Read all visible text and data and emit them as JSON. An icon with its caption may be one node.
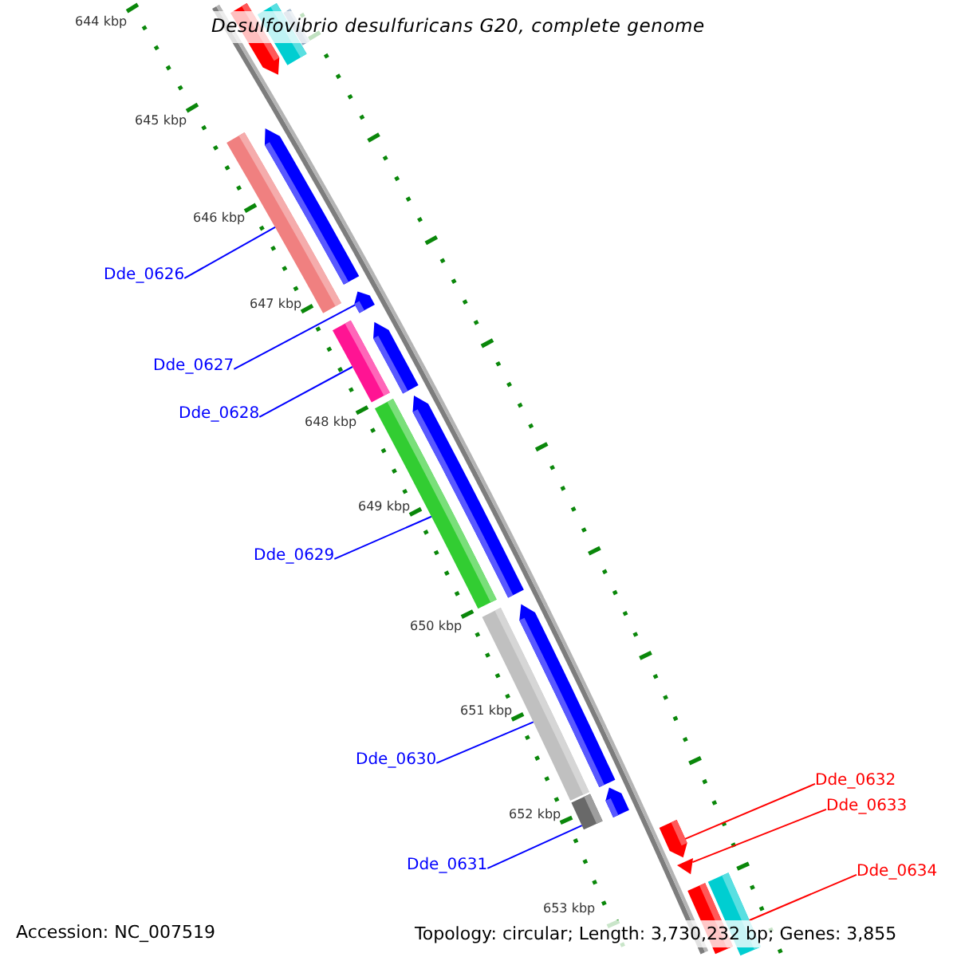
{
  "diagram": {
    "title": "Desulfovibrio desulfuricans G20, complete genome",
    "nodes": [
      {
        "text": [
          "Dde_0626"
        ]
      },
      {
        "text": [
          "Dde_0627"
        ]
      },
      {
        "text": [
          "Dde_0628"
        ]
      },
      {
        "text": [
          "Dde_0629"
        ]
      },
      {
        "text": [
          "Dde_0630"
        ]
      },
      {
        "text": [
          "Dde_0631"
        ]
      },
      {
        "text": [
          "Dde_0632"
        ]
      },
      {
        "text": [
          "Dde_0633"
        ]
      },
      {
        "text": [
          "Dde_0634"
        ]
      },
      {
        "text": [],
        "shape": "arrow"
      },
      {
        "text": [],
        "shape": "bar"
      },
      {
        "text": [],
        "shape": "bar"
      },
      {
        "text": [],
        "shape": "bar"
      },
      {
        "text": [],
        "shape": "arrow"
      },
      {
        "text": [],
        "shape": "arrow"
      },
      {
        "text": [],
        "shape": "bar"
      },
      {
        "text": [],
        "shape": "arrow"
      },
      {
        "text": [],
        "shape": "bar"
      },
      {
        "text": [],
        "shape": "arrow"
      },
      {
        "text": [],
        "shape": "bar"
      },
      {
        "text": [],
        "shape": "arrow"
      },
      {
        "text": [],
        "shape": "bar"
      },
      {
        "text": [],
        "shape": "arrow"
      },
      {
        "text": [],
        "shape": "arrow"
      },
      {
        "text": [],
        "shape": "triangle"
      },
      {
        "text": [],
        "shape": "bar"
      },
      {
        "text": [],
        "shape": "bar"
      }
    ],
    "edges": [
      {
        "from": 0,
        "to": 12,
        "arrow": "none"
      },
      {
        "from": 1,
        "to": 14,
        "arrow": "none"
      },
      {
        "from": 2,
        "to": 15,
        "arrow": "none"
      },
      {
        "from": 3,
        "to": 17,
        "arrow": "none"
      },
      {
        "from": 4,
        "to": 19,
        "arrow": "none"
      },
      {
        "from": 5,
        "to": 21,
        "arrow": "none"
      },
      {
        "from": 6,
        "to": 23,
        "arrow": "none",
        "color": "#ff0000"
      },
      {
        "from": 7,
        "to": 24,
        "arrow": "none",
        "color": "#ff0000"
      },
      {
        "from": 8,
        "to": 26,
        "arrow": "none",
        "color": "#ff0000"
      }
    ],
    "labels": [
      "644 kbp",
      "645 kbp",
      "646 kbp",
      "647 kbp",
      "648 kbp",
      "649 kbp",
      "650 kbp",
      "651 kbp",
      "652 kbp",
      "653 kbp",
      "Accession: NC_007519",
      "Topology: circular; Length: 3,730,232 bp; Genes: 3,855"
    ]
  }
}
